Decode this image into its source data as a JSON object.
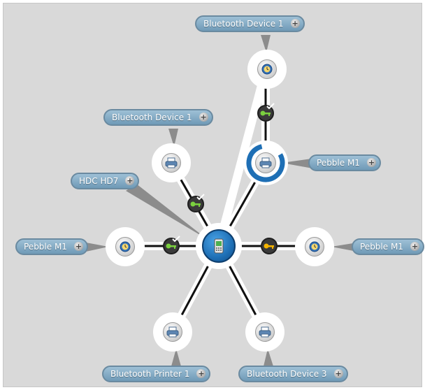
{
  "hub": {
    "icon": "phone-icon",
    "label": "HDC HD7"
  },
  "labels": {
    "top_device": "Bluetooth Device 1",
    "upper_left_device": "Bluetooth Device 1",
    "hub": "HDC HD7",
    "upper_right_printer": "Pebble M1",
    "left_watch": "Pebble M1",
    "right_watch": "Pebble M1",
    "bottom_left_printer": "Bluetooth Printer 1",
    "bottom_right_device": "Bluetooth Device 3"
  },
  "connections": [
    {
      "to": "top_device",
      "key_color": "#7bd13f",
      "paired": true
    },
    {
      "to": "upper_left_device",
      "key_color": "#7bd13f",
      "paired": true
    },
    {
      "to": "left_watch",
      "key_color": "#7bd13f",
      "paired": true
    },
    {
      "to": "right_watch",
      "key_color": "#f4b400",
      "paired": false
    }
  ],
  "colors": {
    "background": "#d9d9d9",
    "label": "#7ea7c2",
    "hub": "#1e6fb5",
    "key_green": "#7bd13f",
    "key_yellow": "#f4b400"
  }
}
